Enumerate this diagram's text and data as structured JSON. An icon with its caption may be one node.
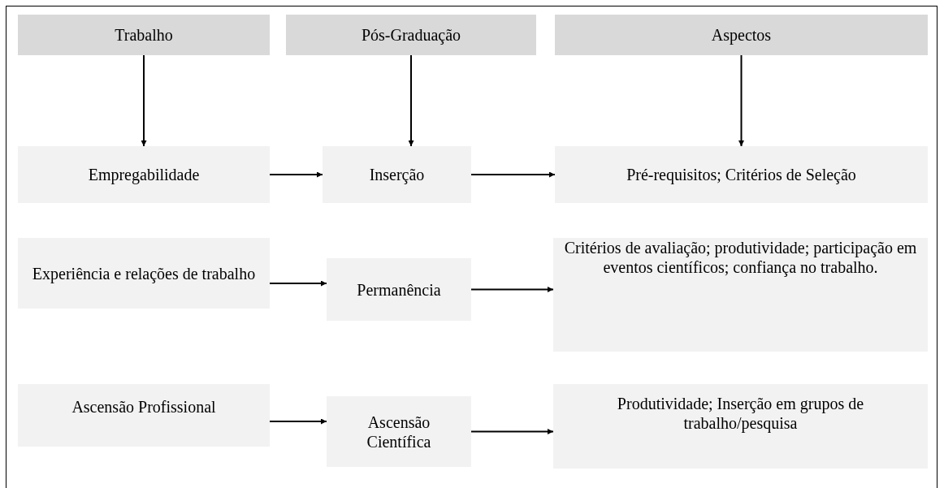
{
  "diagram": {
    "nodes": [
      {
        "text": [
          "Trabalho"
        ]
      },
      {
        "text": [
          "Pós-Graduação"
        ]
      },
      {
        "text": [
          "Aspectos"
        ]
      },
      {
        "text": [
          "Empregabilidade"
        ]
      },
      {
        "text": [
          "Inserção"
        ]
      },
      {
        "text": [
          "Pré-requisitos; Critérios de Seleção"
        ]
      },
      {
        "text": [
          "Experiência e relações de trabalho"
        ]
      },
      {
        "text": [
          "Permanência"
        ]
      },
      {
        "text": [
          "Critérios de avaliação; produtividade; participação em eventos científicos; confiança no trabalho."
        ]
      },
      {
        "text": [
          "Ascensão Profissional"
        ]
      },
      {
        "text": [
          "Ascensão Científica"
        ]
      },
      {
        "text": [
          "Produtividade; Inserção em grupos de trabalho/pesquisa"
        ]
      }
    ],
    "edges": [
      {
        "from": 0,
        "to": 3,
        "arrow": "to"
      },
      {
        "from": 1,
        "to": 4,
        "arrow": "to"
      },
      {
        "from": 2,
        "to": 5,
        "arrow": "to"
      },
      {
        "from": 3,
        "to": 4,
        "arrow": "to"
      },
      {
        "from": 4,
        "to": 5,
        "arrow": "to"
      },
      {
        "from": 6,
        "to": 7,
        "arrow": "to"
      },
      {
        "from": 7,
        "to": 8,
        "arrow": "to"
      },
      {
        "from": 9,
        "to": 10,
        "arrow": "to"
      },
      {
        "from": 10,
        "to": 11,
        "arrow": "to"
      }
    ]
  }
}
